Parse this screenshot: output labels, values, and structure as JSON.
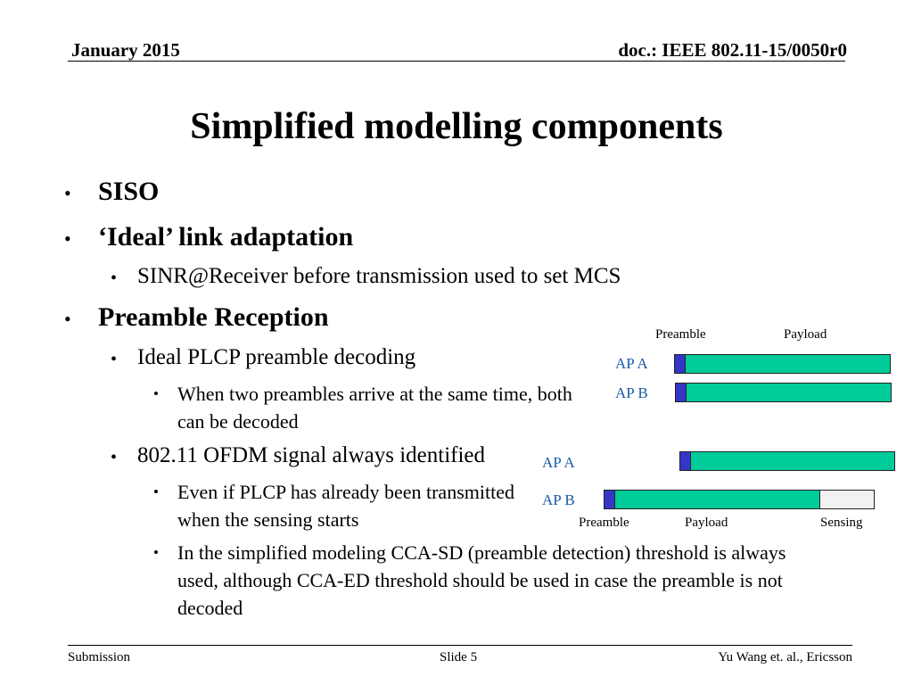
{
  "header": {
    "date": "January 2015",
    "doc": "doc.: IEEE 802.11-15/0050r0"
  },
  "title": "Simplified modelling components",
  "bullets": {
    "siso": "SISO",
    "link_adaptation": "‘Ideal’ link adaptation",
    "link_sub": "SINR@Receiver before transmission used to set MCS",
    "preamble_reception": "Preamble Reception",
    "plcp": "Ideal PLCP preamble decoding",
    "two_preambles": "When two preambles arrive at the same time, both can be decoded",
    "ofdm": "802.11 OFDM signal always identified",
    "even_if": "Even if PLCP has already been transmitted when the sensing starts",
    "cca": "In the simplified modeling CCA-SD (preamble detection) threshold is always used, although CCA-ED threshold should be used in case the preamble is not decoded"
  },
  "diagram_top": {
    "preamble_label": "Preamble",
    "payload_label": "Payload",
    "ap_a": "AP A",
    "ap_b": "AP B"
  },
  "diagram_bottom": {
    "ap_a": "AP A",
    "ap_b": "AP B",
    "preamble_label": "Preamble",
    "payload_label": "Payload",
    "sensing_label": "Sensing"
  },
  "colors": {
    "preamble": "#3536c8",
    "payload": "#00cc99",
    "sensing": "#f2f2f2",
    "ap_label": "#1a5aa8"
  },
  "footer": {
    "left": "Submission",
    "center": "Slide 5",
    "right": "Yu Wang et. al., Ericsson"
  }
}
